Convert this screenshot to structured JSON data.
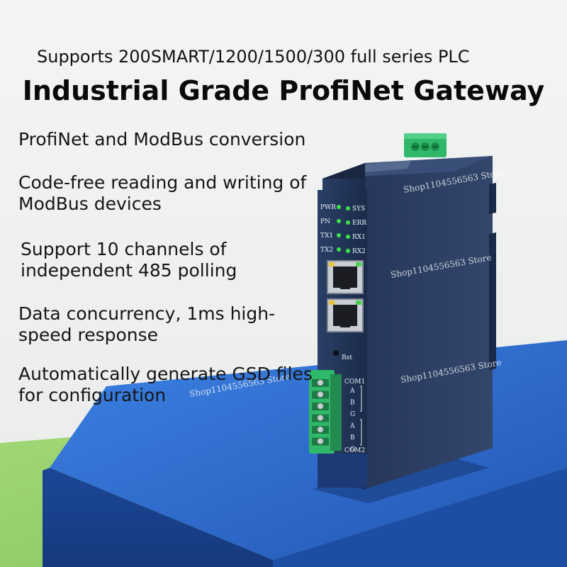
{
  "header": {
    "subtitle": "Supports 200SMART/1200/1500/300 full series PLC",
    "title": "Industrial Grade ProfiNet Gateway"
  },
  "features": [
    "ProfiNet and ModBus conversion",
    "Code-free reading and writing of ModBus devices",
    "Support 10 channels of independent 485 polling",
    "Data concurrency, 1ms high-speed response",
    "Automatically generate GSD files for configuration"
  ],
  "device": {
    "leds_left": [
      "PWR",
      "PN",
      "TX1",
      "TX2"
    ],
    "leds_right": [
      "SYS",
      "ERR",
      "RX1",
      "RX2"
    ],
    "reset_label": "Rst",
    "com1_label": "COM1",
    "com2_label": "COM2",
    "terminal_pins": [
      "A",
      "B",
      "G",
      "A",
      "B",
      "G"
    ],
    "watermark": "Shop1104556563 Store"
  },
  "colors": {
    "device_body": "#1f3050",
    "terminal_green": "#2fb86a",
    "platform_blue": "#2e6fd0",
    "grass_green": "#8fcf64",
    "led_green": "#3de04a"
  }
}
